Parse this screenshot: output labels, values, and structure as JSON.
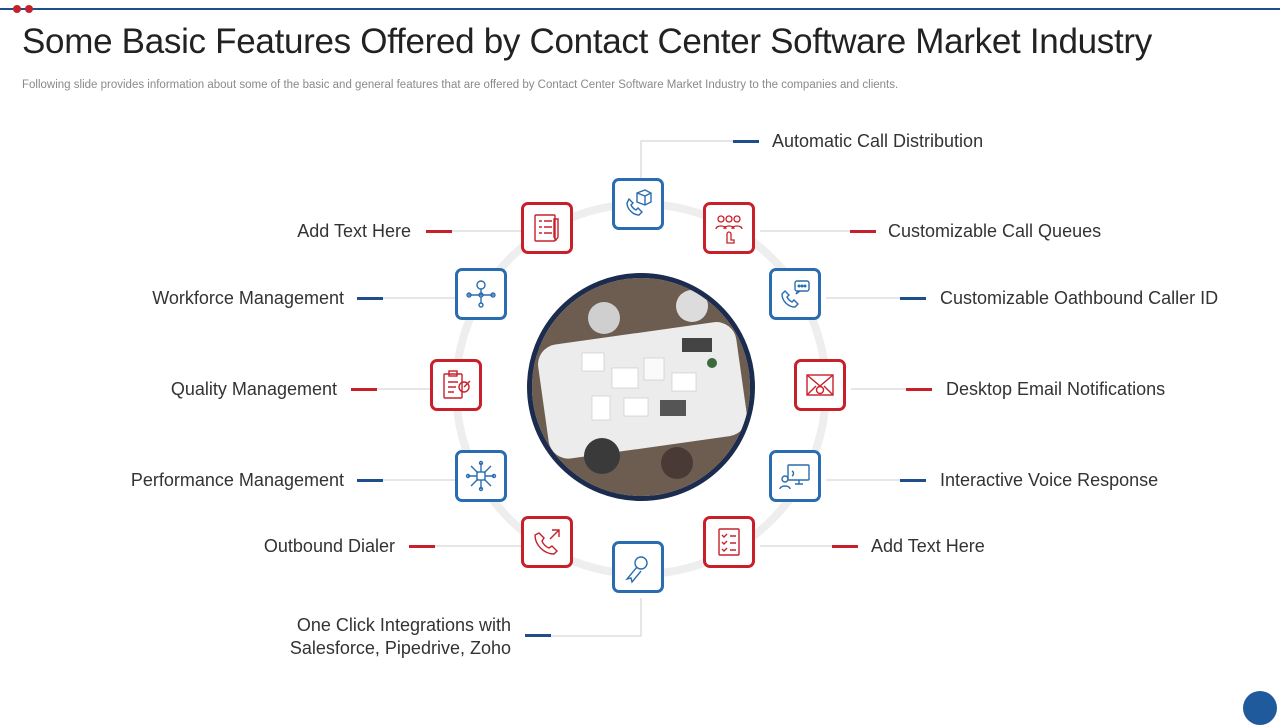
{
  "header": {
    "title": "Some Basic Features Offered by Contact Center Software Market Industry",
    "subtitle": "Following slide provides information about some of the basic and general features that are offered by Contact Center Software Market Industry to the companies and clients."
  },
  "features": {
    "top": "Automatic Call Distribution",
    "r1": "Customizable Call Queues",
    "r2": "Customizable Oathbound Caller ID",
    "r3": "Desktop Email Notifications",
    "r4": "Interactive Voice Response",
    "r5": "Add Text Here",
    "l1": "Add Text Here",
    "l2": "Workforce Management",
    "l3": "Quality Management",
    "l4": "Performance Management",
    "l5": "Outbound Dialer",
    "bottom_line1": "One Click Integrations with",
    "bottom_line2": "Salesforce, Pipedrive, Zoho"
  },
  "colors": {
    "red": "#c8202b",
    "blue": "#2a6cb0",
    "navy": "#1b2c4f"
  }
}
